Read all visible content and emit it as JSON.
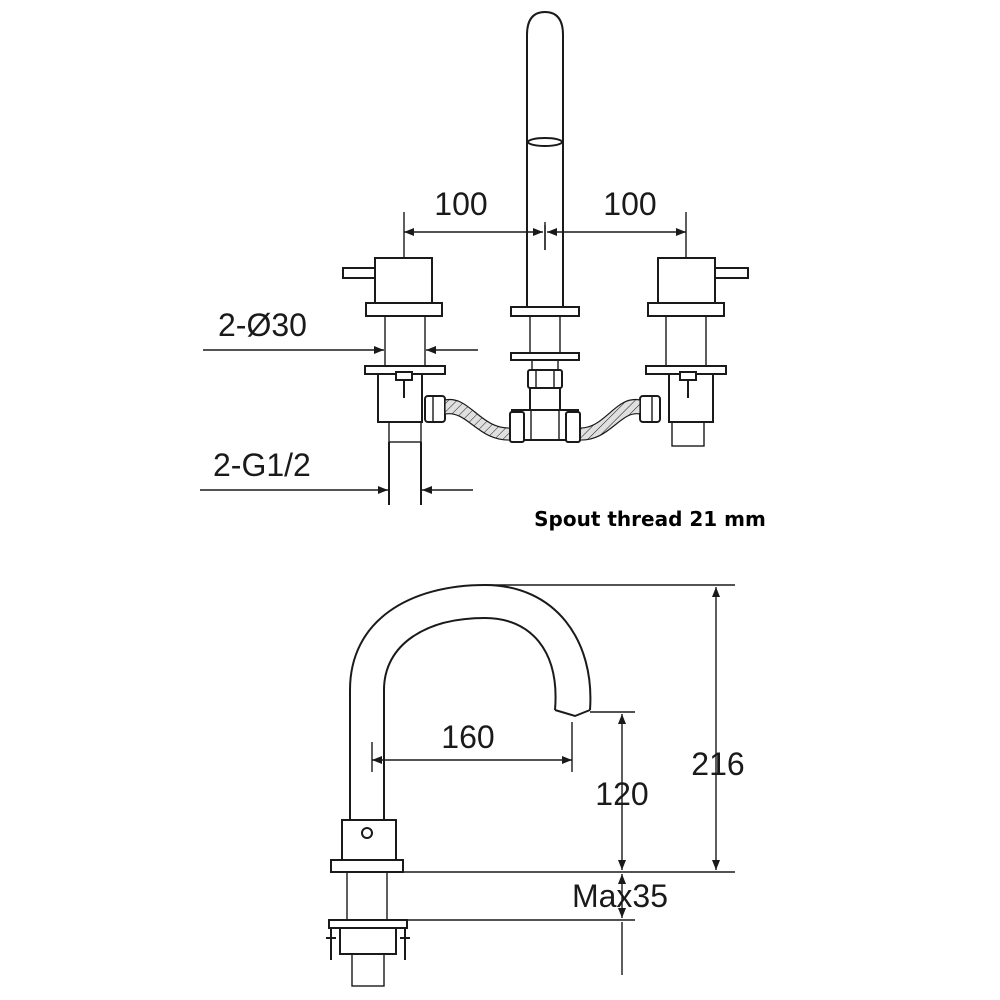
{
  "dimensions": {
    "left_spacing": "100",
    "right_spacing": "100",
    "handle_diameter": "2-Ø30",
    "connection_thread": "2-G1/2",
    "spout_reach": "160",
    "spout_outlet_height": "120",
    "spout_total_height": "216",
    "max_deck_thickness": "Max35"
  },
  "note": "Spout thread 21 mm",
  "colors": {
    "line": "#1a1a1a",
    "background": "#ffffff",
    "hose_fill": "#d8d8d8"
  }
}
